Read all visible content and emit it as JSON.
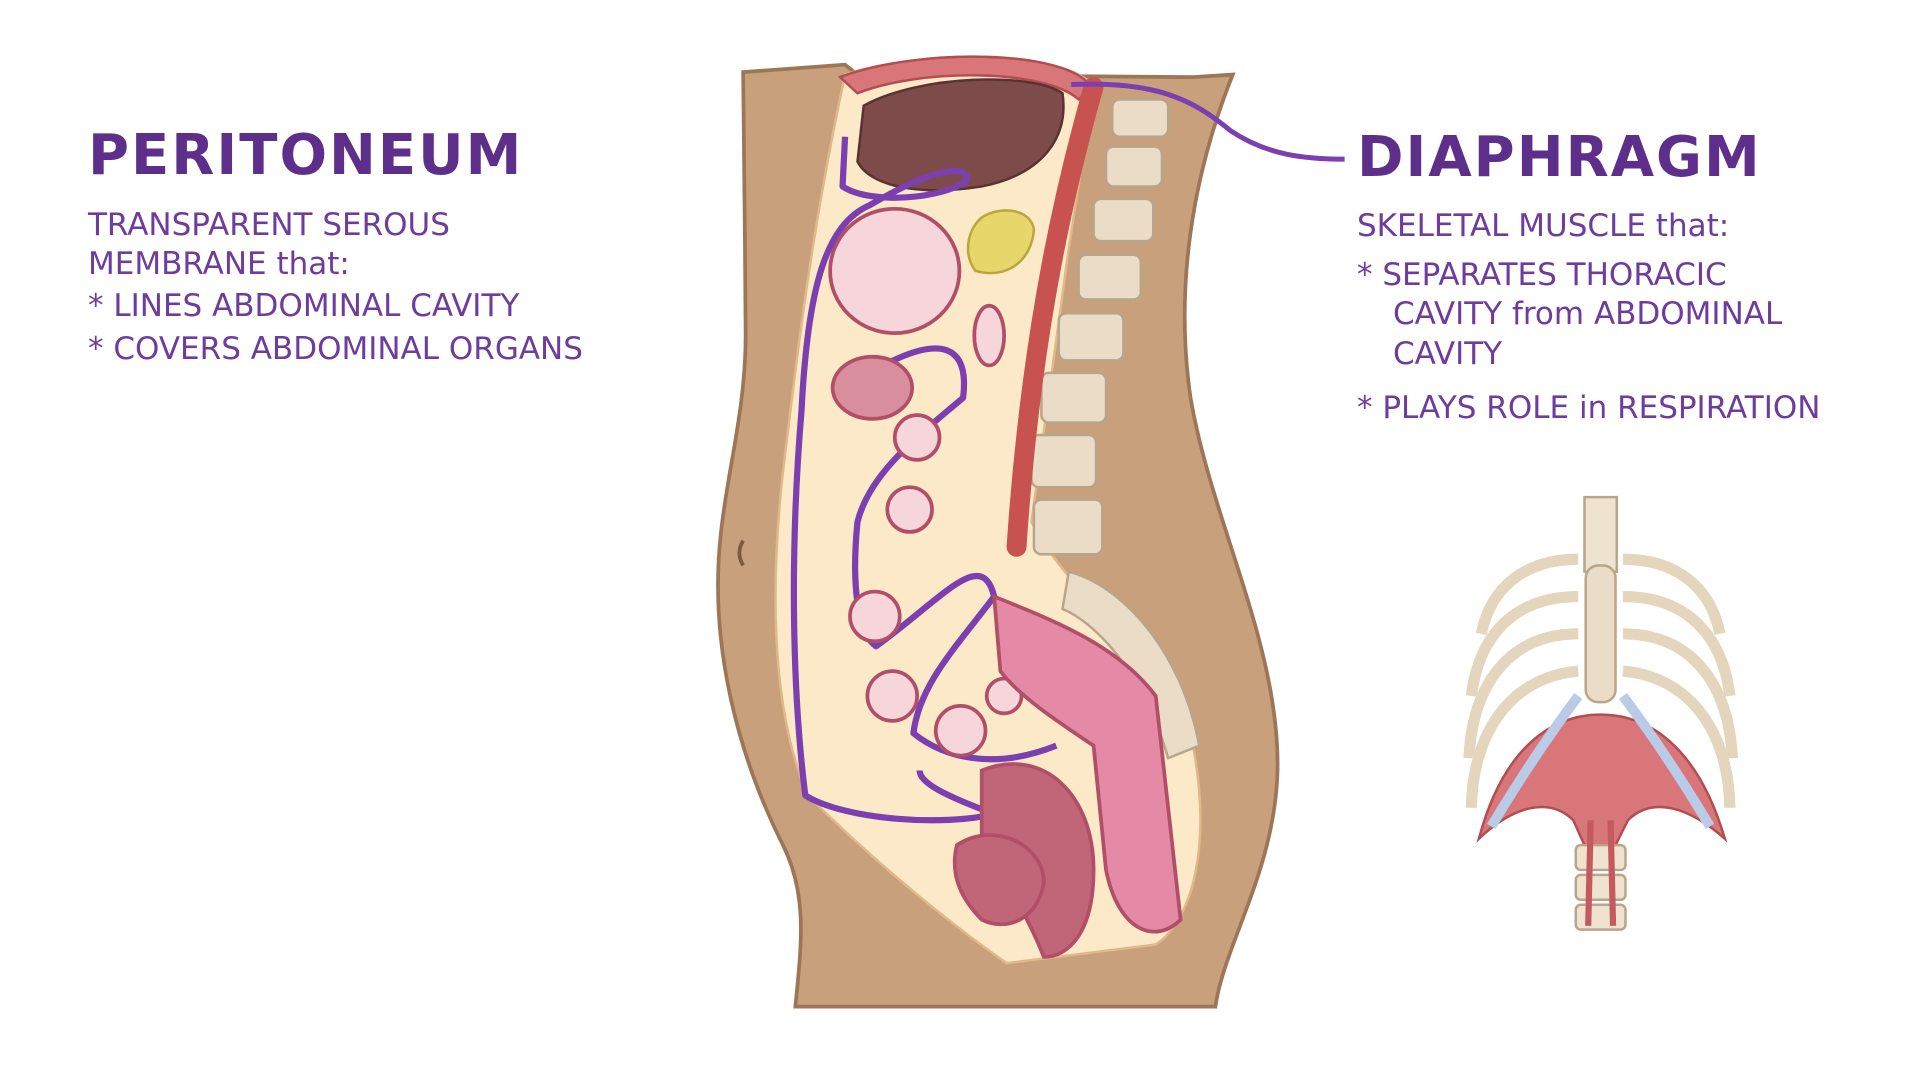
{
  "peritoneum": {
    "title": "PERITONEUM",
    "lines": [
      "TRANSPARENT SEROUS",
      "MEMBRANE that:",
      "* LINES ABDOMINAL CAVITY",
      "* COVERS ABDOMINAL ORGANS"
    ]
  },
  "diaphragm": {
    "title": "DIAPHRAGM",
    "lines": [
      "SKELETAL MUSCLE that:",
      "* SEPARATES THORACIC",
      "CAVITY from ABDOMINAL",
      "CAVITY",
      "* PLAYS ROLE in RESPIRATION"
    ]
  },
  "colors": {
    "text": "#6e3c9c",
    "peritoneum_line": "#7b3fb0",
    "skin": "#c9a07c",
    "liver": "#7e4b4b",
    "aorta": "#c8524f",
    "diaphragm_muscle": "#d8767a"
  }
}
